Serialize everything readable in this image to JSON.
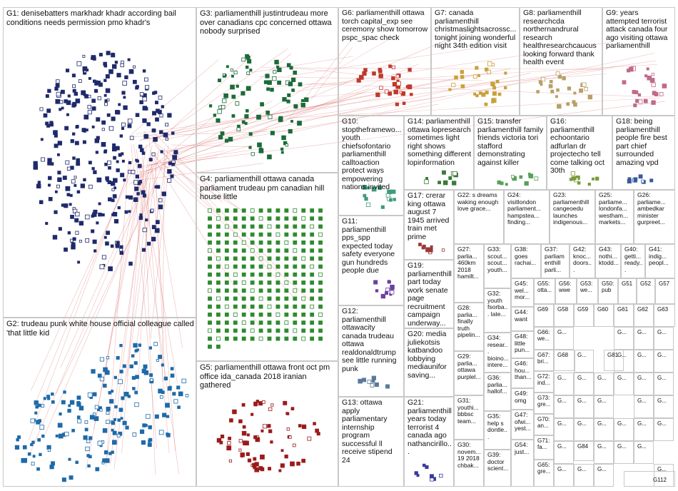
{
  "groups": [
    {
      "id": "G1",
      "label": "G1: denisebatters markhadr khadr according bail conditions needs permission pmo khadr's",
      "color": "#1f2a6b"
    },
    {
      "id": "G2",
      "label": "G2: trudeau punk white house official colleague called 'that little kid",
      "color": "#1e6aa8"
    },
    {
      "id": "G3",
      "label": "G3: parliamenthill justintrudeau more over canadians cpc concerned ottawa nobody surprised",
      "color": "#1b6b3a"
    },
    {
      "id": "G4",
      "label": "G4: parliamenthill ottawa canada parliament trudeau pm canadian hill house little",
      "color": "#2e8b2e"
    },
    {
      "id": "G5",
      "label": "G5: parliamenthill ottawa front oct pm office ida_canada 2018 iranian gathered",
      "color": "#9b1b1b"
    },
    {
      "id": "G6",
      "label": "G6: parliamenthill ottawa torch capital_exp see ceremony show tomorrow pspc_spac check",
      "color": "#c0392b"
    },
    {
      "id": "G7",
      "label": "G7: canada parliamenthill christmaslightsacrossc... tonight joining wonderful night 34th edition visit",
      "color": "#c8a23a"
    },
    {
      "id": "G8",
      "label": "G8: parliamenthill researchcda northernandrural research healthresearchcaucus looking forward thank health event",
      "color": "#b7a068"
    },
    {
      "id": "G9",
      "label": "G9: years attempted terrorist attack canada four ago visiting ottawa parliamenthill",
      "color": "#c06a8a"
    },
    {
      "id": "G10",
      "label": "G10: stoptheframewo... youth chiefsofontario parliamenthill calltoaction protect ways empowering nations invited",
      "color": "#3f9b7a"
    },
    {
      "id": "G11",
      "label": "G11: parliamenthill pps_spp expected today safety everyone gun hundreds people due",
      "color": "#6b3fa0"
    },
    {
      "id": "G12",
      "label": "G12: parliamenthill ottawacity canada trudeau ottawa realdonaldtrump see little running punk",
      "color": "#5a7a9b"
    },
    {
      "id": "G13",
      "label": "G13: ottawa apply parliamentary internship program successful ll receive stipend 24",
      "color": "#7a5a9b"
    },
    {
      "id": "G14",
      "label": "G14: parliamenthill ottawa lopresearch sometimes light right shows something different lopinformation",
      "color": "#3a7a3a"
    },
    {
      "id": "G15",
      "label": "G15: transfer parliamenthill family friends victoria tori stafford demonstrating against killer",
      "color": "#5aa05a"
    },
    {
      "id": "G16",
      "label": "G16: parliamenthill echoontario adfurlan dr projectecho tell come talking oct 30th",
      "color": "#7a9b3a"
    },
    {
      "id": "G17",
      "label": "G17: crerar king ottawa august 7 1945 arrived train met prime",
      "color": "#9b3a3a"
    },
    {
      "id": "G18",
      "label": "G18: being parliamenthill people fire best part chief surrounded amazing vpd",
      "color": "#3a5a9b"
    },
    {
      "id": "G19",
      "label": "G19: parliamenthill part today work senate page recruitment campaign underway...",
      "color": "#b08a2a"
    },
    {
      "id": "G20",
      "label": "G20: media juliekotsis katbandoo lobbying mediaunifor saving...",
      "color": "#8a3a8a"
    },
    {
      "id": "G21",
      "label": "G21: parliamenthill years today terrorist 4 canada ago nathancirillo...",
      "color": "#3a3a9b"
    },
    {
      "id": "G22",
      "label": "G22: s dreams waking enough love grace...",
      "color": "#9b6a3a"
    },
    {
      "id": "G23",
      "label": "G23: parliamenthill cangeoedu launches indigenous...",
      "color": "#3a8a8a"
    },
    {
      "id": "G24",
      "label": "G24: visitlondon parliament... hampstea... finding...",
      "color": "#6a6a6a"
    },
    {
      "id": "G25",
      "label": "G25: parliame... londonfa... westham... markets...",
      "color": "#8a5a3a"
    },
    {
      "id": "G26",
      "label": "G26: parliame... ambedkar minister gurpreet...",
      "color": "#5a3a8a"
    },
    {
      "id": "G27",
      "label": "G27: parlia... 460km 2018 hamilt...",
      "color": "#3a6a3a"
    },
    {
      "id": "G28",
      "label": "G28: parlia... finally truth pipelin...",
      "color": "#6a3a3a"
    },
    {
      "id": "G29",
      "label": "G29: parlia... ottawa purplel...",
      "color": "#7a3a9b"
    },
    {
      "id": "G30",
      "label": "G30: novem... 19 2018 chbak...",
      "color": "#3a3a3a"
    },
    {
      "id": "G31",
      "label": "G31: youthi... bbbsc team...",
      "color": "#3a7a9b"
    },
    {
      "id": "G32",
      "label": "G32: youth fsorba... late...",
      "color": "#4a4a4a"
    },
    {
      "id": "G33",
      "label": "G33: scout... scout... youth...",
      "color": "#2a7a2a"
    },
    {
      "id": "G34",
      "label": "G34: resear... bioino... intere...",
      "color": "#5a5a9b"
    },
    {
      "id": "G35",
      "label": "G35: help s dontle...",
      "color": "#3a3a6a"
    },
    {
      "id": "G36",
      "label": "G36: parlia... hallof...",
      "color": "#6a3a6a"
    },
    {
      "id": "G37",
      "label": "G37: parliamenthill parli...",
      "color": "#3a6a9b"
    },
    {
      "id": "G38",
      "label": "G38: goes rachai...",
      "color": "#9b3a6a"
    },
    {
      "id": "G39",
      "label": "G39: doctor scient...",
      "color": "#4a6a4a"
    },
    {
      "id": "G40",
      "label": "G40: getti... ready...",
      "color": "#6a6a3a"
    },
    {
      "id": "G41",
      "label": "G41: indig... peopl...",
      "color": "#3a5a5a"
    },
    {
      "id": "G42",
      "label": "G42: knoc... doors...",
      "color": "#5a3a3a"
    },
    {
      "id": "G43",
      "label": "G43: nothi... ktodd...",
      "color": "#4a4a7a"
    },
    {
      "id": "G44",
      "label": "G44: want",
      "color": "#3a3a3a"
    },
    {
      "id": "G45",
      "label": "G45: wel... mor...",
      "color": "#3a3a3a"
    },
    {
      "id": "G46",
      "label": "G46: hou... than...",
      "color": "#3a3a3a"
    },
    {
      "id": "G47",
      "label": "G47: ofwi... yest...",
      "color": "#3a3a3a"
    },
    {
      "id": "G48",
      "label": "G48: little pun...",
      "color": "#3a3a3a"
    },
    {
      "id": "G49",
      "label": "G49: omg",
      "color": "#3a3a3a"
    },
    {
      "id": "G50",
      "label": "G50: pub",
      "color": "#3a3a3a"
    },
    {
      "id": "G51",
      "label": "G51",
      "color": "#3a3a3a"
    },
    {
      "id": "G52",
      "label": "G52",
      "color": "#3a3a3a"
    },
    {
      "id": "G53",
      "label": "G53: we...",
      "color": "#3a3a3a"
    },
    {
      "id": "G54",
      "label": "G54: just...",
      "color": "#3a3a3a"
    },
    {
      "id": "G55",
      "label": "G55: otta...",
      "color": "#3a3a3a"
    },
    {
      "id": "G56",
      "label": "G56: wwe",
      "color": "#3a3a3a"
    },
    {
      "id": "G57",
      "label": "G57",
      "color": "#3a3a3a"
    },
    {
      "id": "G58",
      "label": "G58",
      "color": "#3a3a3a"
    },
    {
      "id": "G59",
      "label": "G59",
      "color": "#3a3a3a"
    },
    {
      "id": "G60",
      "label": "G60",
      "color": "#3a3a3a"
    },
    {
      "id": "G61",
      "label": "G61",
      "color": "#3a3a3a"
    },
    {
      "id": "G62",
      "label": "G62",
      "color": "#3a3a3a"
    },
    {
      "id": "G63",
      "label": "G63",
      "color": "#3a3a3a"
    },
    {
      "id": "G64",
      "label": "G64",
      "color": "#3a3a3a"
    },
    {
      "id": "G65",
      "label": "G65: gre...",
      "color": "#3a3a3a"
    },
    {
      "id": "G66",
      "label": "G66: we...",
      "color": "#3a3a3a"
    },
    {
      "id": "G67",
      "label": "G67: bri...",
      "color": "#3a3a3a"
    },
    {
      "id": "G68",
      "label": "G68",
      "color": "#3a3a3a"
    },
    {
      "id": "G69",
      "label": "G69",
      "color": "#3a3a3a"
    },
    {
      "id": "G70",
      "label": "G70: an...",
      "color": "#3a3a3a"
    },
    {
      "id": "G71",
      "label": "G71: fa...",
      "color": "#3a3a3a"
    },
    {
      "id": "G72",
      "label": "G72: ind...",
      "color": "#3a3a3a"
    },
    {
      "id": "G73",
      "label": "G73: gre...",
      "color": "#3a3a3a"
    },
    {
      "id": "G81",
      "label": "G81",
      "color": "#3a3a3a"
    },
    {
      "id": "G84",
      "label": "G84",
      "color": "#3a3a3a"
    },
    {
      "id": "G112",
      "label": "G112",
      "color": "#3a3a3a"
    }
  ],
  "tiny_cell_label": "G...",
  "edge_color": "#d04040"
}
